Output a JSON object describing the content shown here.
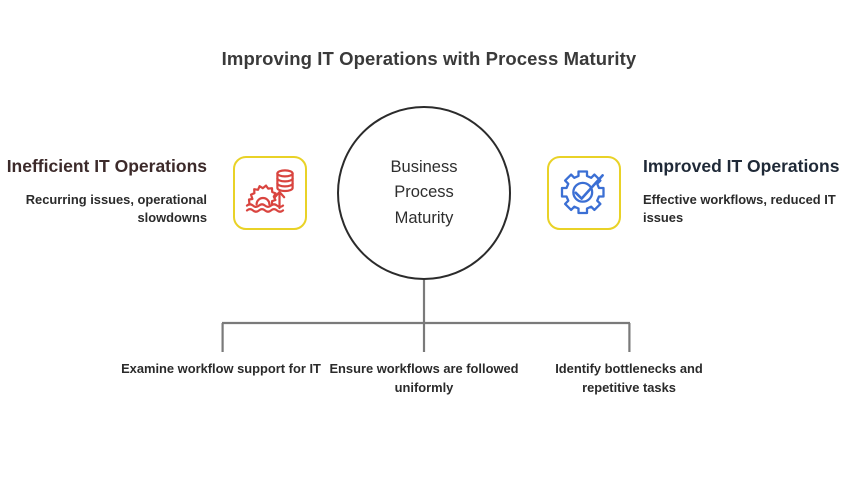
{
  "page": {
    "title": "Improving IT Operations with Process Maturity",
    "background_color": "#ffffff"
  },
  "colors": {
    "title_text": "#3a3a3a",
    "left_heading_text": "#3c2a2a",
    "right_heading_text": "#1f2937",
    "body_text": "#2b2b2b",
    "icon_frame_yellow": "#E9D227",
    "left_icon_red": "#D9443F",
    "right_icon_blue": "#3b6fd4",
    "circle_stroke": "#2b2b2b",
    "connector_gray": "#7a7a7a"
  },
  "center": {
    "label": "Business\nProcess\nMaturity"
  },
  "left_side": {
    "heading": "Inefficient IT Operations",
    "subtext": "Recurring issues, operational slowdowns",
    "icon_name": "sinking-gear-database-icon"
  },
  "right_side": {
    "heading": "Improved IT Operations",
    "subtext": "Effective workflows, reduced IT issues",
    "icon_name": "gear-checkmark-icon"
  },
  "bottom_items": [
    {
      "label": "Examine workflow support for IT"
    },
    {
      "label": "Ensure workflows are followed uniformly"
    },
    {
      "label": "Identify bottlenecks and repetitive tasks"
    }
  ]
}
